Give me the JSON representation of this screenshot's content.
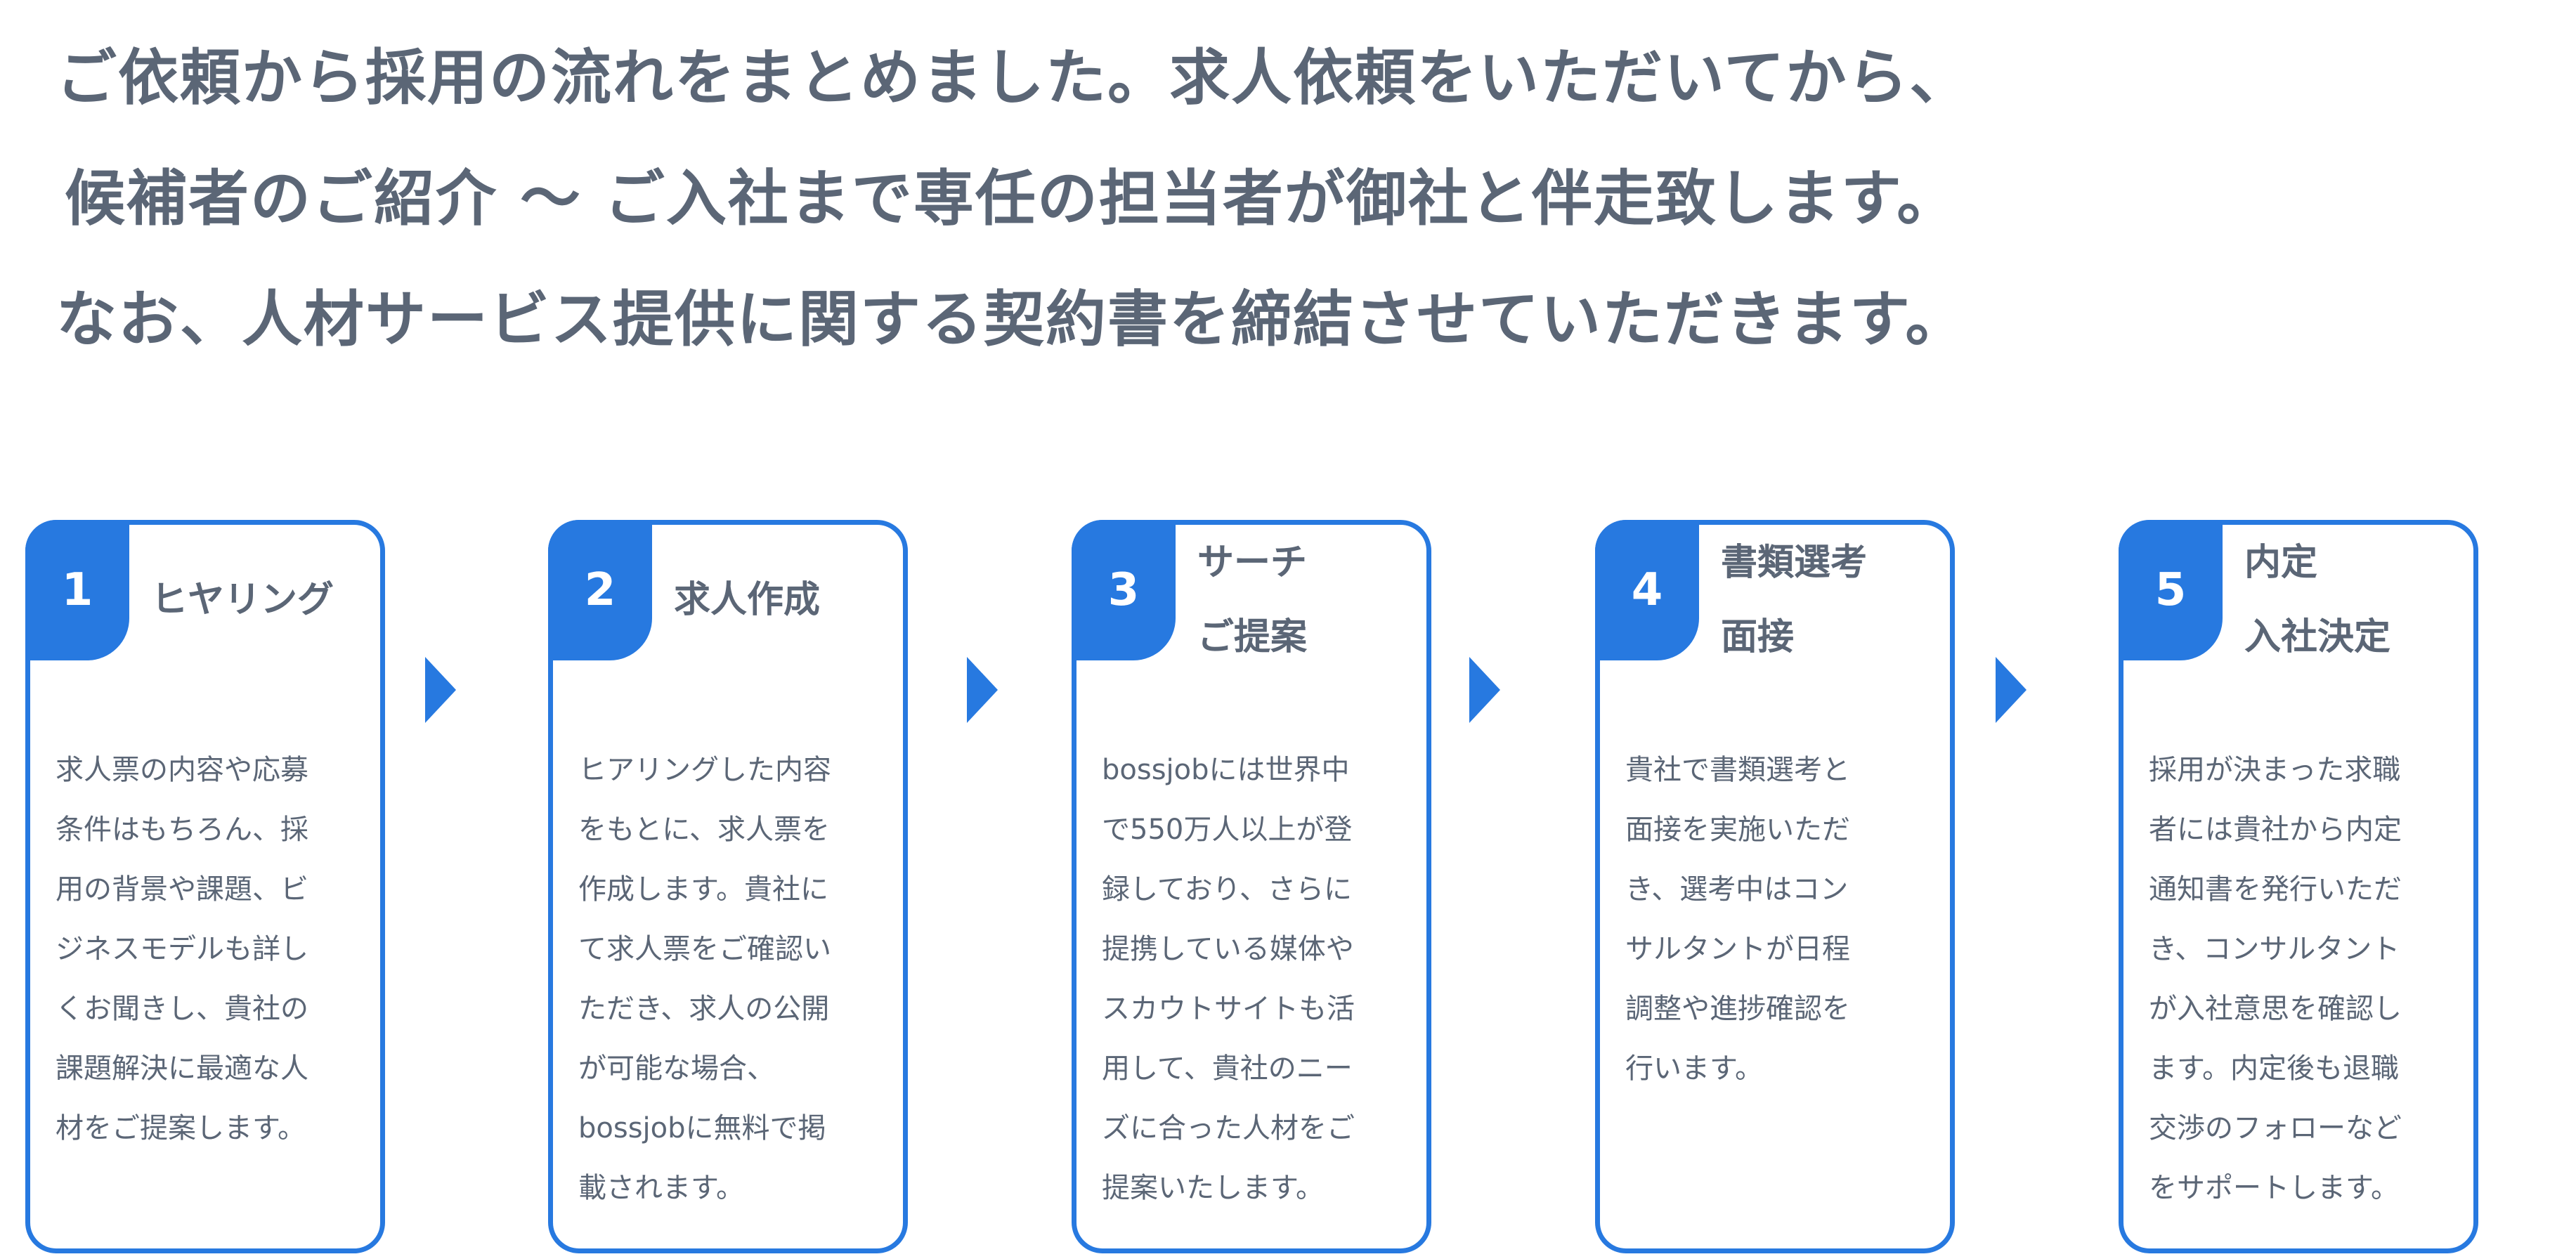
{
  "intro": [
    "ご依頼から採用の流れをまとめました。求人依頼をいただいてから、",
    "候補者のご紹介 〜 ご入社まで専任の担当者が御社と伴走致します。",
    "なお、人材サービス提供に関する契約書を締結させていただきます。"
  ],
  "accent_color": "#2779e0",
  "steps": [
    {
      "number": "1",
      "title": [
        "ヒヤリング"
      ],
      "body": [
        "求人票の内容や応募",
        "条件はもちろん、採",
        "用の背景や課題、ビ",
        "ジネスモデルも詳し",
        "くお聞きし、貴社の",
        "課題解決に最適な人",
        "材をご提案します。"
      ]
    },
    {
      "number": "2",
      "title": [
        "求人作成"
      ],
      "body": [
        "ヒアリングした内容",
        "をもとに、求人票を",
        "作成します。貴社に",
        "て求人票をご確認い",
        "ただき、求人の公開",
        "が可能な場合、",
        "bossjobに無料で掲",
        "載されます。"
      ]
    },
    {
      "number": "3",
      "title": [
        "サーチ",
        "ご提案"
      ],
      "body": [
        "bossjobには世界中",
        "で550万人以上が登",
        "録しており、さらに",
        "提携している媒体や",
        "スカウトサイトも活",
        "用して、貴社のニー",
        "ズに合った人材をご",
        "提案いたします。"
      ]
    },
    {
      "number": "4",
      "title": [
        "書類選考",
        "面接"
      ],
      "body": [
        "貴社で書類選考と",
        "面接を実施いただ",
        "き、選考中はコン",
        "サルタントが日程",
        "調整や進捗確認を",
        "行います。"
      ]
    },
    {
      "number": "5",
      "title": [
        "内定",
        "入社決定"
      ],
      "body": [
        "採用が決まった求職",
        "者には貴社から内定",
        "通知書を発行いただ",
        "き、コンサルタント",
        "が入社意思を確認し",
        "ます。内定後も退職",
        "交渉のフォローなど",
        "をサポートします。"
      ]
    }
  ]
}
